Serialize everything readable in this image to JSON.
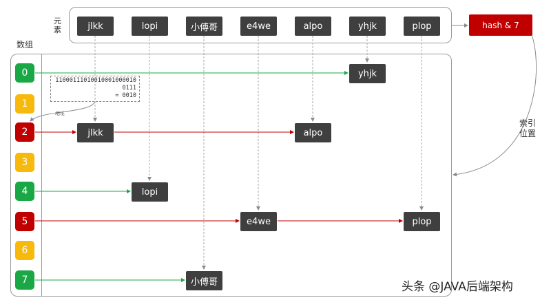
{
  "labels": {
    "elements": "元素",
    "array": "数组",
    "hash_op": "hash & 7",
    "index_pos": "索引\n位置",
    "address": "地址",
    "watermark": "头条 @JAVA后端架构"
  },
  "elements": [
    "jlkk",
    "lopi",
    "小傅哥",
    "e4we",
    "alpo",
    "yhjk",
    "plop"
  ],
  "array_slots": [
    {
      "index": "0",
      "color": "#1aa847",
      "chain": [
        "yhjk"
      ]
    },
    {
      "index": "1",
      "color": "#f6b90c",
      "chain": []
    },
    {
      "index": "2",
      "color": "#c00000",
      "chain": [
        "jlkk",
        "alpo"
      ]
    },
    {
      "index": "3",
      "color": "#f6b90c",
      "chain": []
    },
    {
      "index": "4",
      "color": "#1aa847",
      "chain": [
        "lopi"
      ]
    },
    {
      "index": "5",
      "color": "#c00000",
      "chain": [
        "e4we",
        "plop"
      ]
    },
    {
      "index": "6",
      "color": "#f6b90c",
      "chain": []
    },
    {
      "index": "7",
      "color": "#1aa847",
      "chain": [
        "小傅哥"
      ]
    }
  ],
  "bit_calc": {
    "line1": "11000111010010001000010",
    "line2": "0111",
    "line3": "= 0010"
  }
}
